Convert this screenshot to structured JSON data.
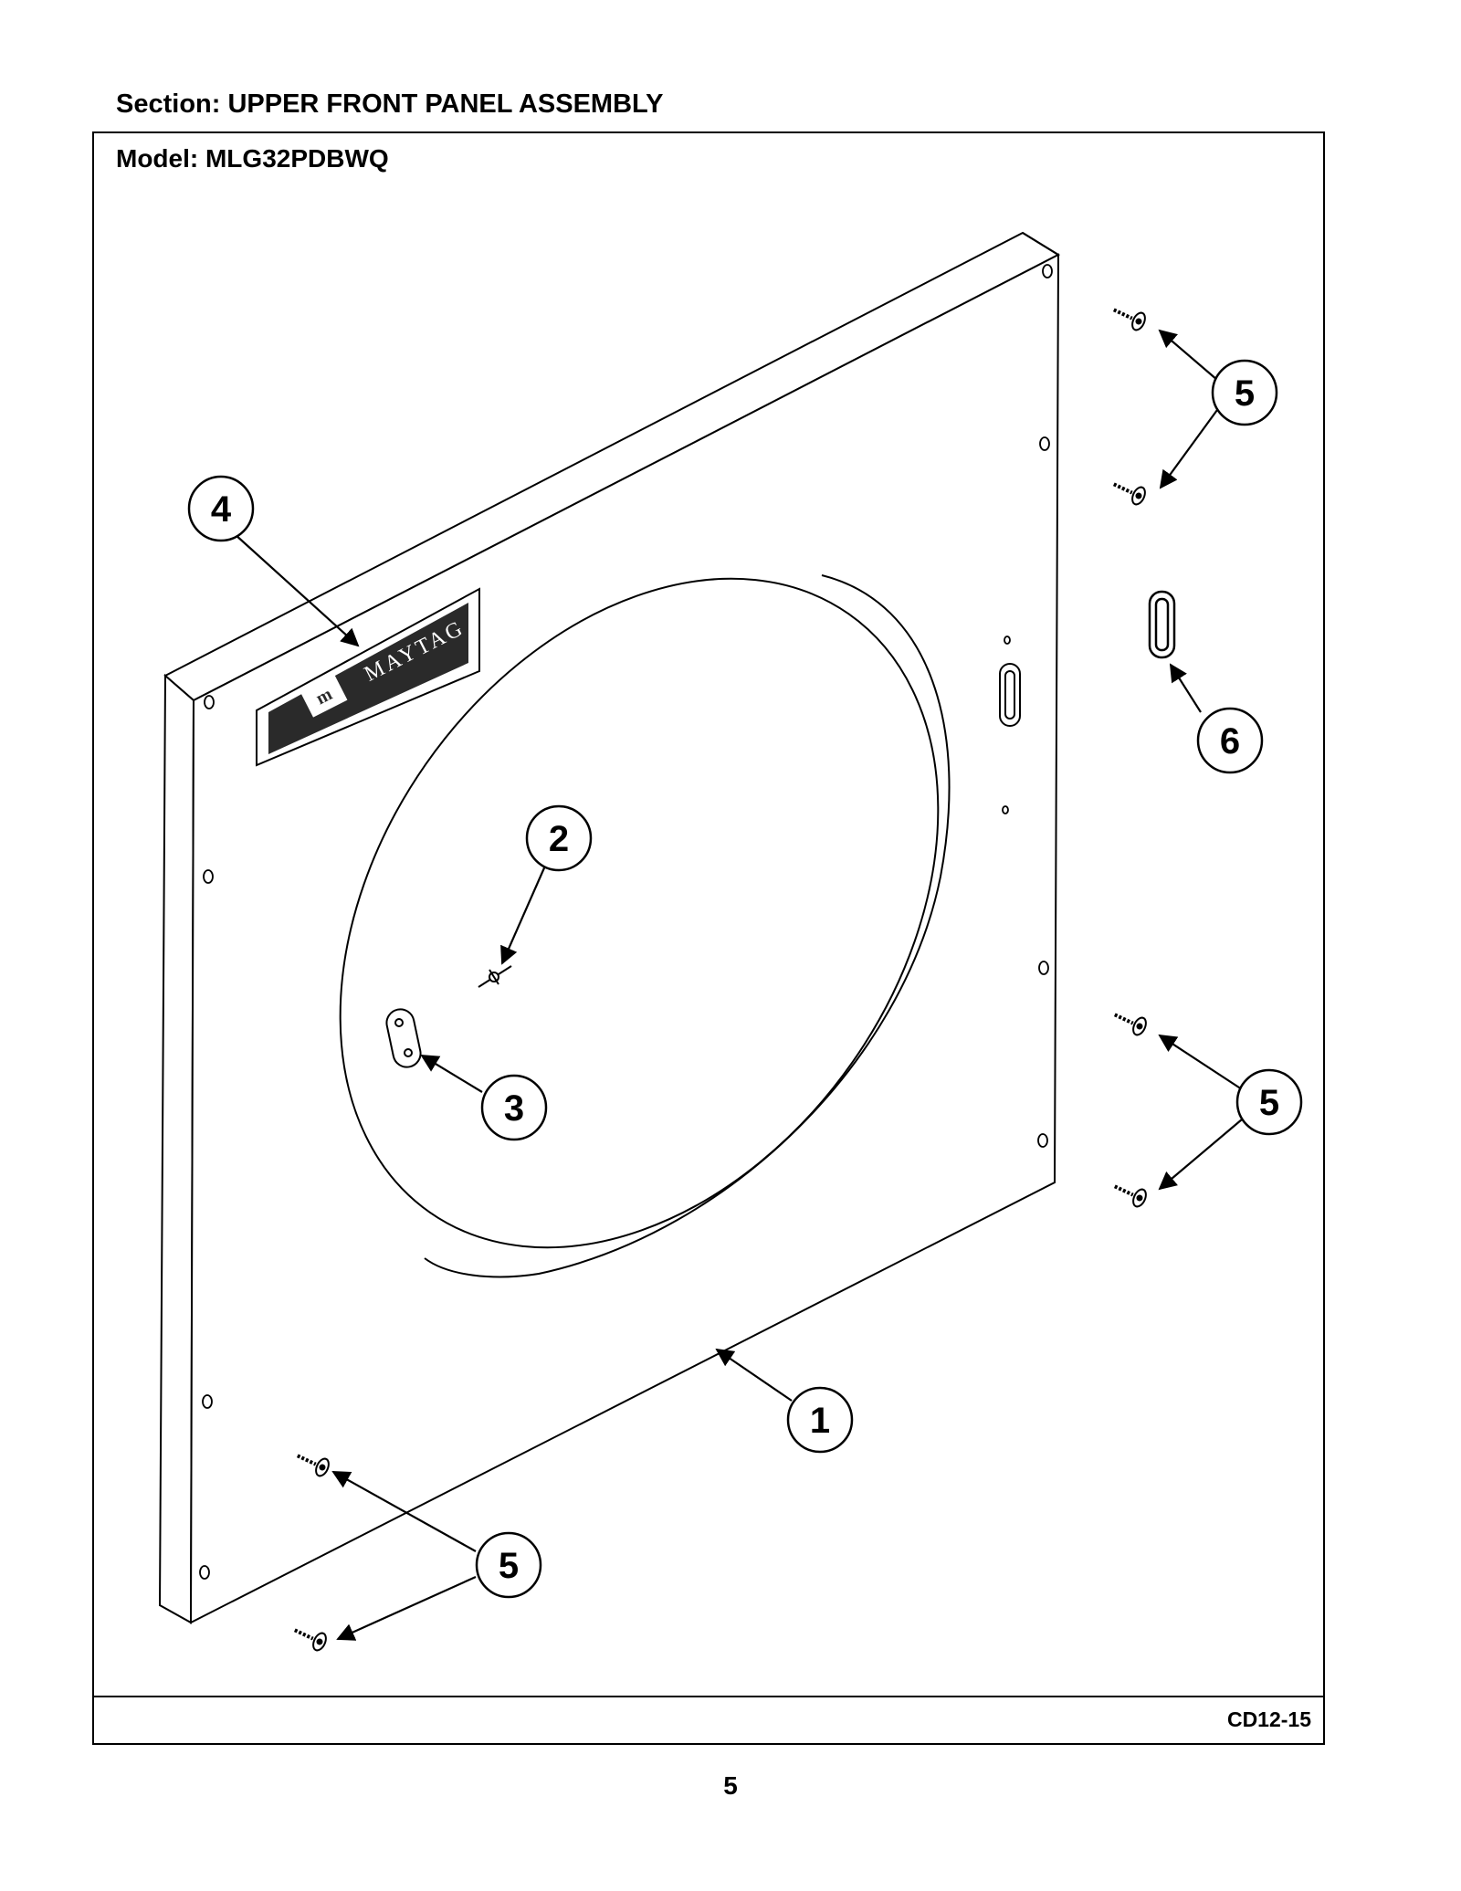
{
  "header": {
    "section": "Section:  UPPER FRONT PANEL ASSEMBLY",
    "model": "Model:  MLG32PDBWQ"
  },
  "logo": {
    "text": "MAYTAG"
  },
  "callouts": [
    "1",
    "2",
    "3",
    "4",
    "5",
    "6"
  ],
  "footer": {
    "figure_code": "CD12-15",
    "page_number": "5"
  }
}
